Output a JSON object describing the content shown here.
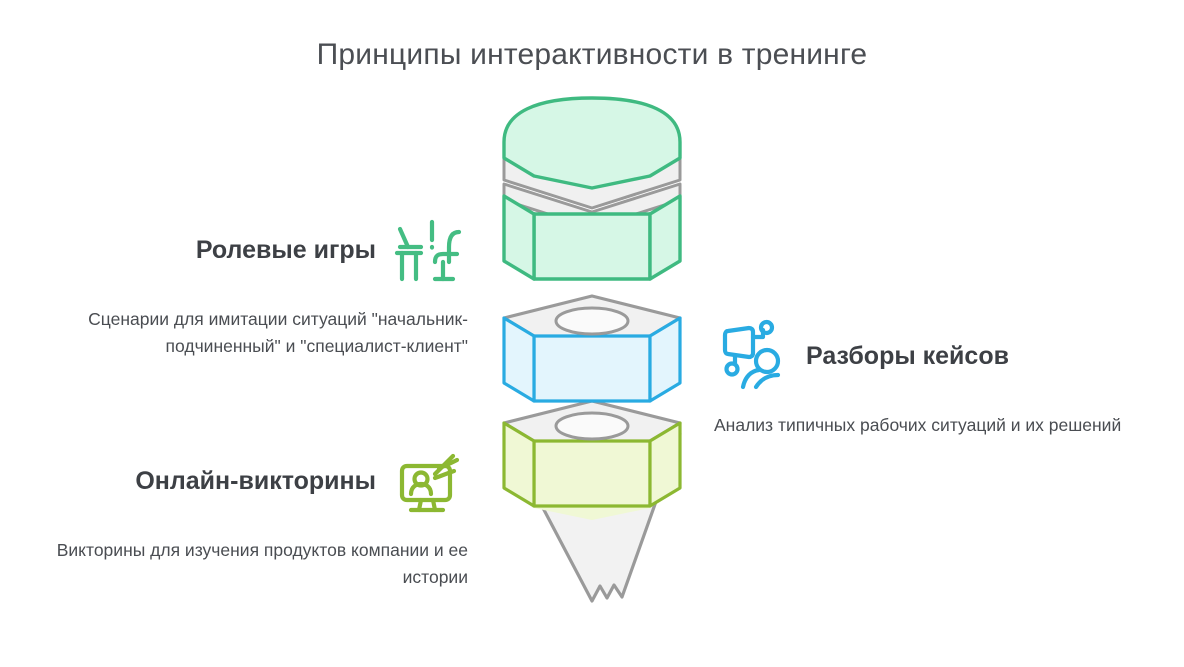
{
  "title": "Принципы интерактивности в тренинге",
  "blocks": {
    "roleplay": {
      "heading": "Ролевые игры",
      "description": "Сценарии для имитации ситуаций \"начальник-подчиненный\" и \"специалист-клиент\"",
      "icon": "two-chairs-exclamation-icon",
      "color": "#44bd83"
    },
    "quizzes": {
      "heading": "Онлайн-викторины",
      "description": "Викторины для изучения продуктов компании и ее истории",
      "icon": "monitor-person-hand-icon",
      "color": "#8cb832"
    },
    "cases": {
      "heading": "Разборы кейсов",
      "description": "Анализ типичных рабочих ситуаций и их решений",
      "icon": "presentation-board-person-icon",
      "color": "#29abe2"
    }
  },
  "graphic": {
    "name": "exploded-bolt-and-nuts-diagram",
    "parts": [
      {
        "name": "bolt-head-green",
        "stroke": "#3fba81",
        "fill": "#d6f7e6"
      },
      {
        "name": "nut-blue",
        "stroke": "#29abe2",
        "fill": "#e3f5fd"
      },
      {
        "name": "nut-yellowgreen",
        "stroke": "#8cb832",
        "fill": "#f0f8d5"
      },
      {
        "name": "screw-thread-gray",
        "stroke": "#9a9a9a",
        "fill": "#f0f0f0"
      },
      {
        "name": "screw-tip-cone",
        "stroke": "#9a9a9a",
        "fill": "#f2f2f2"
      }
    ]
  },
  "colors": {
    "title": "#4b4e53",
    "heading": "#3d4045",
    "body": "#4a4d52",
    "green": "#44bd83",
    "blue": "#29abe2",
    "olive": "#8cb832",
    "gray": "#9a9a9a",
    "background": "#ffffff"
  }
}
